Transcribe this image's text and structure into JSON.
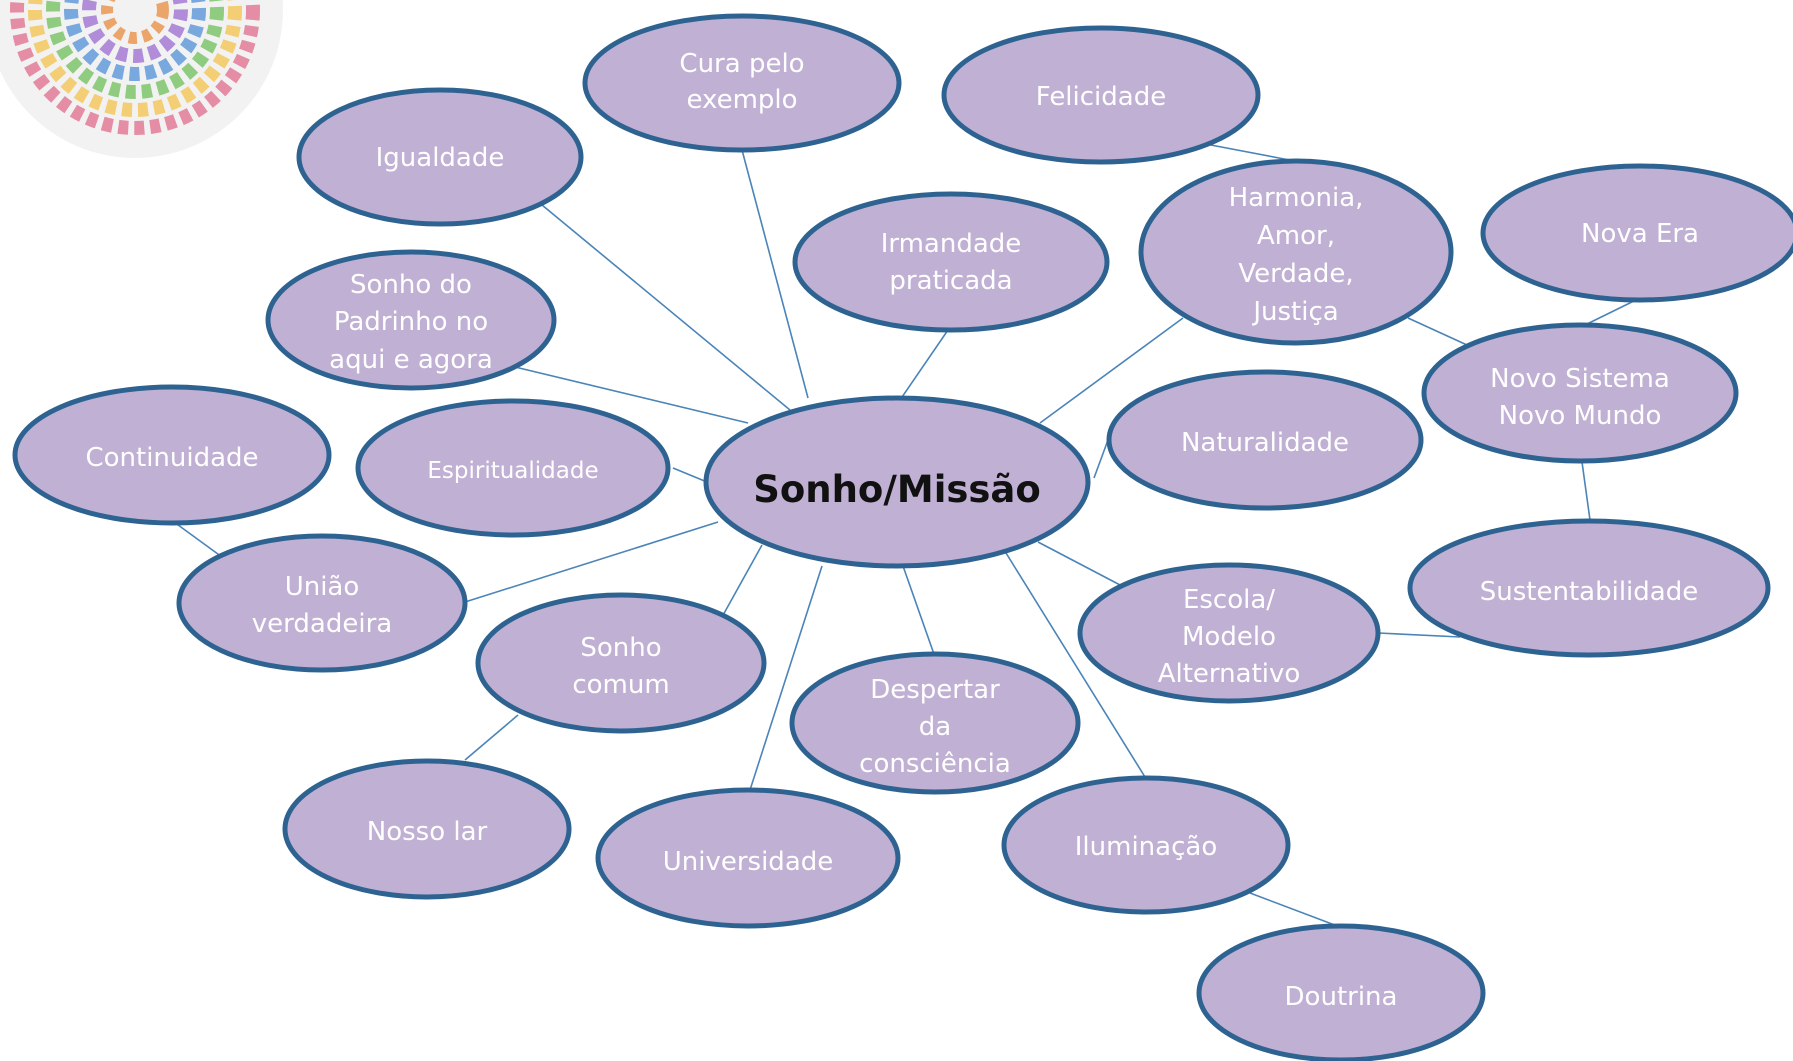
{
  "center": {
    "label": "Sonho/Missão"
  },
  "nodes": {
    "cura": [
      "Cura pelo",
      "exemplo"
    ],
    "felicidade": [
      "Felicidade"
    ],
    "igualdade": [
      "Igualdade"
    ],
    "irmandade": [
      "Irmandade",
      "praticada"
    ],
    "harmonia": [
      "Harmonia,",
      "Amor,",
      "Verdade,",
      "Justiça"
    ],
    "nova_era": [
      "Nova Era"
    ],
    "sonho_padrinho": [
      "Sonho do",
      "Padrinho no",
      "aqui e agora"
    ],
    "novo_sistema": [
      "Novo Sistema",
      "Novo Mundo"
    ],
    "continuidade": [
      "Continuidade"
    ],
    "espiritualidade": [
      "Espiritualidade"
    ],
    "naturalidade": [
      "Naturalidade"
    ],
    "uniao": [
      "União",
      "verdadeira"
    ],
    "sustentabilidade": [
      "Sustentabilidade"
    ],
    "escola": [
      "Escola/",
      "Modelo",
      "Alternativo"
    ],
    "sonho_comum": [
      "Sonho",
      "comum"
    ],
    "despertar": [
      "Despertar",
      "da",
      "consciência"
    ],
    "nosso_lar": [
      "Nosso lar"
    ],
    "universidade": [
      "Universidade"
    ],
    "iluminacao": [
      "Iluminação"
    ],
    "doutrina": [
      "Doutrina"
    ]
  },
  "colors": {
    "node_fill": "#c0b1d4",
    "node_stroke": "#2e6391",
    "edge": "#4a84b8",
    "node_text": "#ffffff",
    "center_text": "#111111"
  },
  "logo": {
    "icon": "rainbow-spiral-logo"
  }
}
